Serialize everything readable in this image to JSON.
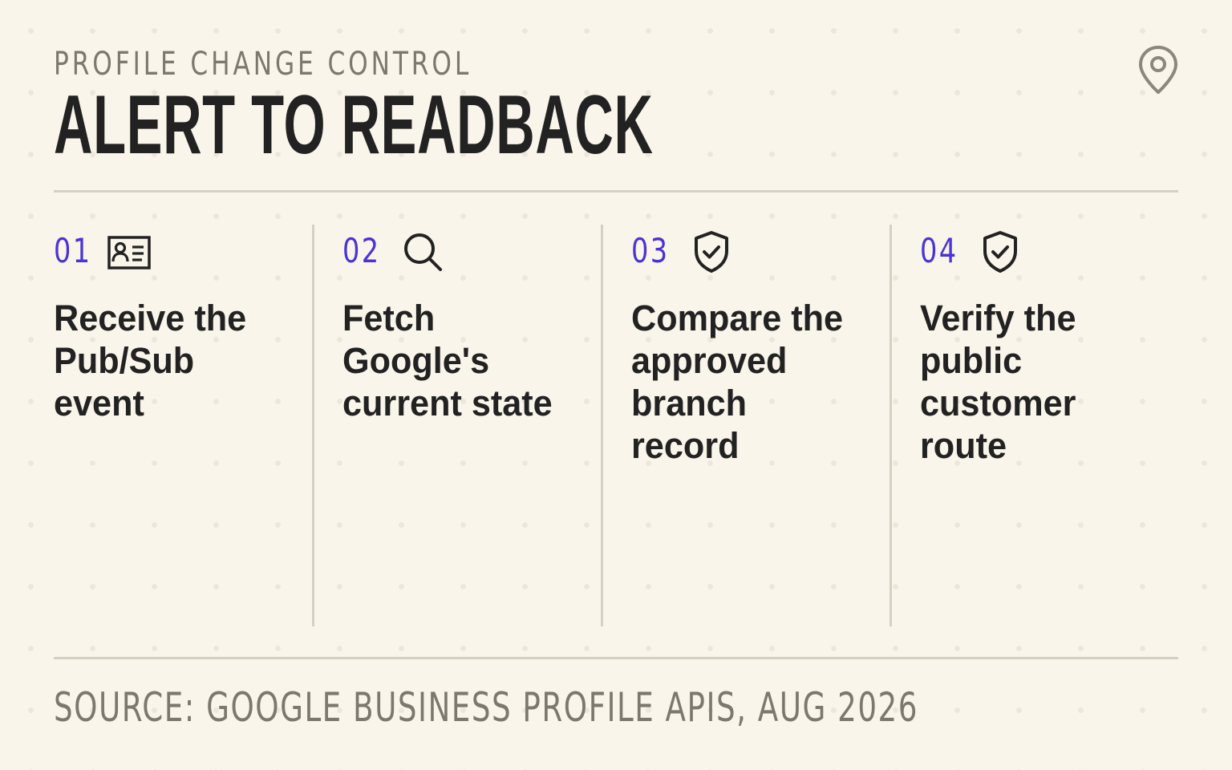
{
  "header": {
    "eyebrow": "PROFILE CHANGE CONTROL",
    "title": "ALERT TO READBACK",
    "corner_icon": "map-pin-icon"
  },
  "steps": [
    {
      "number": "01",
      "icon": "id-card-icon",
      "text": "Receive the Pub/Sub event"
    },
    {
      "number": "02",
      "icon": "search-icon",
      "text": "Fetch Google's current state"
    },
    {
      "number": "03",
      "icon": "shield-check-icon",
      "text": "Compare the approved branch record"
    },
    {
      "number": "04",
      "icon": "shield-check-icon",
      "text": "Verify the public customer route"
    }
  ],
  "footer": {
    "source": "SOURCE: GOOGLE BUSINESS PROFILE APIS, AUG 2026"
  },
  "colors": {
    "background": "#faf5ea",
    "accent": "#4a33d6",
    "ink": "#222222",
    "muted": "#7b7870",
    "rule": "#d6d0c2"
  }
}
